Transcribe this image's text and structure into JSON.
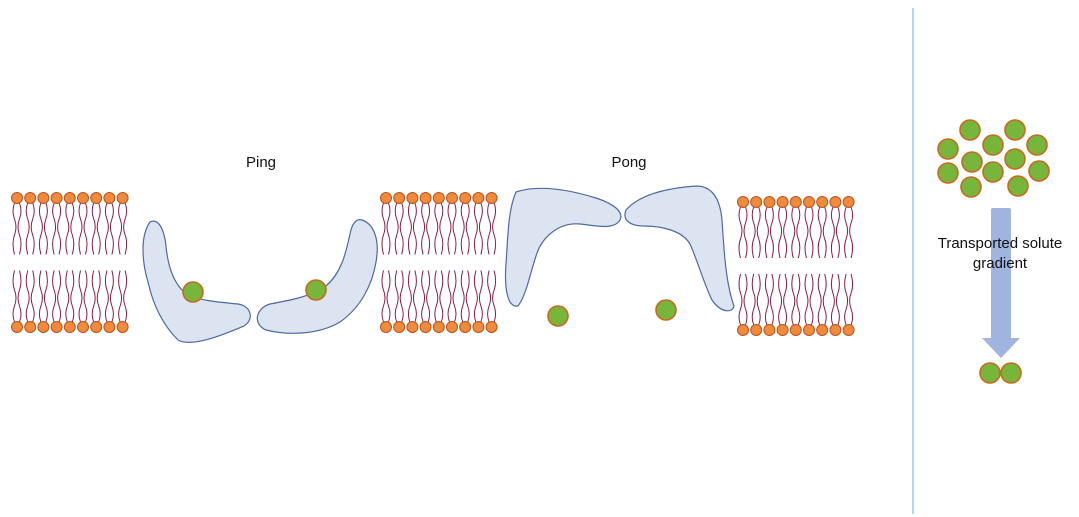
{
  "labels": {
    "ping": "Ping",
    "pong": "Pong",
    "gradient_line1": "Transported solute",
    "gradient_line2": "gradient"
  },
  "colors": {
    "lipid_head": "#f08a3c",
    "lipid_head_stroke": "#b9541d",
    "lipid_tail": "#8b1c3e",
    "protein_fill": "#dce4f2",
    "protein_stroke": "#4e6aa0",
    "solute_fill": "#77b63a",
    "solute_stroke": "#c96a1e",
    "arrow": "#9fb4de",
    "divider": "#8fcde6"
  },
  "icons": {
    "membrane": "lipid-bilayer",
    "protein": "transporter-protein",
    "solute": "solute-molecule",
    "arrow": "gradient-arrow-down"
  }
}
